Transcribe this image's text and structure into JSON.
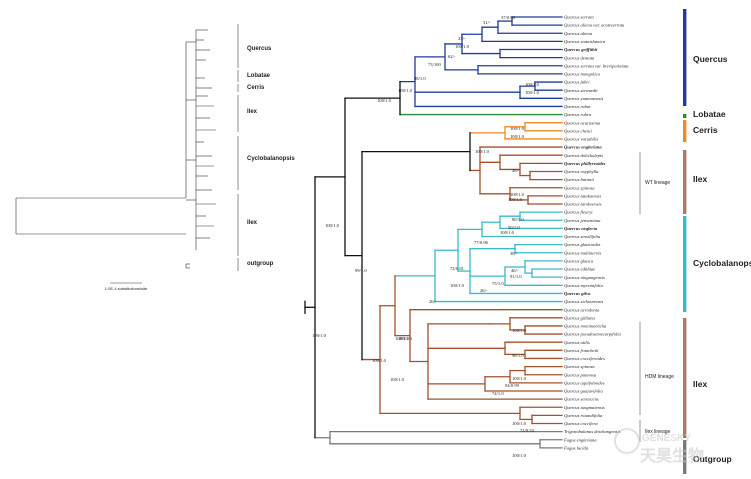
{
  "overview": {
    "clades": [
      "Quercus",
      "Lobatae",
      "Cerris",
      "Ilex",
      "Cyclobalanopsis",
      "Ilex",
      "outgroup"
    ],
    "scale_label": "1.0E-4 substitutions/site"
  },
  "colors": {
    "quercus": "#1f3d9a",
    "lobatae": "#2e8b3e",
    "cerris": "#f08a24",
    "ilex": "#a0522d",
    "ilex_bar": "#b07a62",
    "cyclobalanopsis": "#3cb9c9",
    "outgroup": "#7a7a7a",
    "black": "#111111"
  },
  "tips": [
    {
      "label": "Quercus serrata",
      "clade": "quercus"
    },
    {
      "label": "Quercus aliena var. acuteserrata",
      "clade": "quercus"
    },
    {
      "label": "Quercus aliena",
      "clade": "quercus"
    },
    {
      "label": "Quercus wutaishanica",
      "clade": "quercus"
    },
    {
      "label": "Quercus griffithii",
      "clade": "quercus",
      "bold": true
    },
    {
      "label": "Quercus dentata",
      "clade": "quercus"
    },
    {
      "label": "Quercus serrata var. brevipetiolata",
      "clade": "quercus"
    },
    {
      "label": "Quercus mongolica",
      "clade": "quercus"
    },
    {
      "label": "Quercus fabri",
      "clade": "quercus"
    },
    {
      "label": "Quercus stewardii",
      "clade": "quercus"
    },
    {
      "label": "Quercus yunnanensis",
      "clade": "quercus"
    },
    {
      "label": "Quercus robur",
      "clade": "quercus"
    },
    {
      "label": "Quercus rubra",
      "clade": "lobatae"
    },
    {
      "label": "Quercus acutissima",
      "clade": "cerris"
    },
    {
      "label": "Quercus chenii",
      "clade": "cerris"
    },
    {
      "label": "Quercus variabilis",
      "clade": "cerris"
    },
    {
      "label": "Quercus engleriana",
      "clade": "ilex",
      "bold": true
    },
    {
      "label": "Quercus dolicholepis",
      "clade": "ilex"
    },
    {
      "label": "Quercus phillyreoides",
      "clade": "ilex",
      "bold": true
    },
    {
      "label": "Quercus oxyphylla",
      "clade": "ilex"
    },
    {
      "label": "Quercus baronii",
      "clade": "ilex"
    },
    {
      "label": "Quercus spinosa",
      "clade": "ilex"
    },
    {
      "label": "Quercus tatakaensis",
      "clade": "ilex"
    },
    {
      "label": "Quercus tarokoensis",
      "clade": "ilex"
    },
    {
      "label": "Quercus fleuryi",
      "clade": "cyclobalanopsis"
    },
    {
      "label": "Quercus jenseniana",
      "clade": "cyclobalanopsis"
    },
    {
      "label": "Quercus neglecta",
      "clade": "cyclobalanopsis",
      "bold": true
    },
    {
      "label": "Quercus sessilifolia",
      "clade": "cyclobalanopsis"
    },
    {
      "label": "Quercus glaucoides",
      "clade": "cyclobalanopsis"
    },
    {
      "label": "Quercus multinervis",
      "clade": "cyclobalanopsis"
    },
    {
      "label": "Quercus glauca",
      "clade": "cyclobalanopsis"
    },
    {
      "label": "Quercus edithiae",
      "clade": "cyclobalanopsis"
    },
    {
      "label": "Quercus ningangensis",
      "clade": "cyclobalanopsis"
    },
    {
      "label": "Quercus myrsinifolia",
      "clade": "cyclobalanopsis"
    },
    {
      "label": "Quercus gilva",
      "clade": "cyclobalanopsis",
      "bold": true
    },
    {
      "label": "Quercus sichourensis",
      "clade": "cyclobalanopsis"
    },
    {
      "label": "Quercus acrodonta",
      "clade": "ilex"
    },
    {
      "label": "Quercus gilliana",
      "clade": "ilex"
    },
    {
      "label": "Quercus monimotricha",
      "clade": "ilex"
    },
    {
      "label": "Quercus pseudosemecarpifolia",
      "clade": "ilex"
    },
    {
      "label": "Quercus utilis",
      "clade": "ilex"
    },
    {
      "label": "Quercus franchetii",
      "clade": "ilex"
    },
    {
      "label": "Quercus cocciferoides",
      "clade": "ilex"
    },
    {
      "label": "Quercus spinosa",
      "clade": "ilex"
    },
    {
      "label": "Quercus pannosa",
      "clade": "ilex"
    },
    {
      "label": "Quercus aquifolioides",
      "clade": "ilex"
    },
    {
      "label": "Quercus guajavifolia",
      "clade": "ilex"
    },
    {
      "label": "Quercus senescens",
      "clade": "ilex"
    },
    {
      "label": "Quercus tungmaiensis",
      "clade": "ilex"
    },
    {
      "label": "Quercus rotundifolia",
      "clade": "ilex"
    },
    {
      "label": "Quercus coccifera",
      "clade": "ilex"
    },
    {
      "label": "Trigonobalanus doichangensis",
      "clade": "outgroup"
    },
    {
      "label": "Fagus engleriana",
      "clade": "outgroup"
    },
    {
      "label": "Fagus lucida",
      "clade": "outgroup"
    }
  ],
  "supports": [
    "37/0.96",
    "31/-",
    "23/-",
    "100/1.0",
    "62/-",
    "73/100",
    "98/1.0",
    "100/1.0",
    "100/1.0",
    "100/1.0",
    "100/1.0",
    "100/1.0",
    "100/1.0",
    "100/1.0",
    "48/-",
    "100/1.0",
    "100/1.0",
    "80/1.0",
    "50/1.0",
    "100/1.0",
    "77/0.96",
    "38/-",
    "46/-",
    "91/1.0",
    "75/1.0",
    "26/-",
    "72/0.81",
    "100/1.0",
    "26/-",
    "100/1.0",
    "100/1.0",
    "98/1.0",
    "100/1.0",
    "94/0.99",
    "74/1.0",
    "100/1.0",
    "100/1.0",
    "100/1.0",
    "100/1.0",
    "71/0.53",
    "99/1.0",
    "100/1.0",
    "100/1.0",
    "100/1.0"
  ],
  "clade_bars": [
    {
      "label": "Quercus",
      "color_key": "quercus"
    },
    {
      "label": "Lobatae",
      "color_key": "lobatae"
    },
    {
      "label": "Cerris",
      "color_key": "cerris"
    },
    {
      "label": "Ilex",
      "color_key": "ilex_bar"
    },
    {
      "label": "Cyclobalanopsis",
      "color_key": "cyclobalanopsis"
    },
    {
      "label": "Ilex",
      "color_key": "ilex_bar"
    },
    {
      "label": "Outgroup",
      "color_key": "outgroup"
    }
  ],
  "lineages": [
    "WT lineage",
    "HDM lineage",
    "Ilex lineage"
  ],
  "watermark": {
    "latin": "GENESKY",
    "cjk": "天昊生物"
  }
}
